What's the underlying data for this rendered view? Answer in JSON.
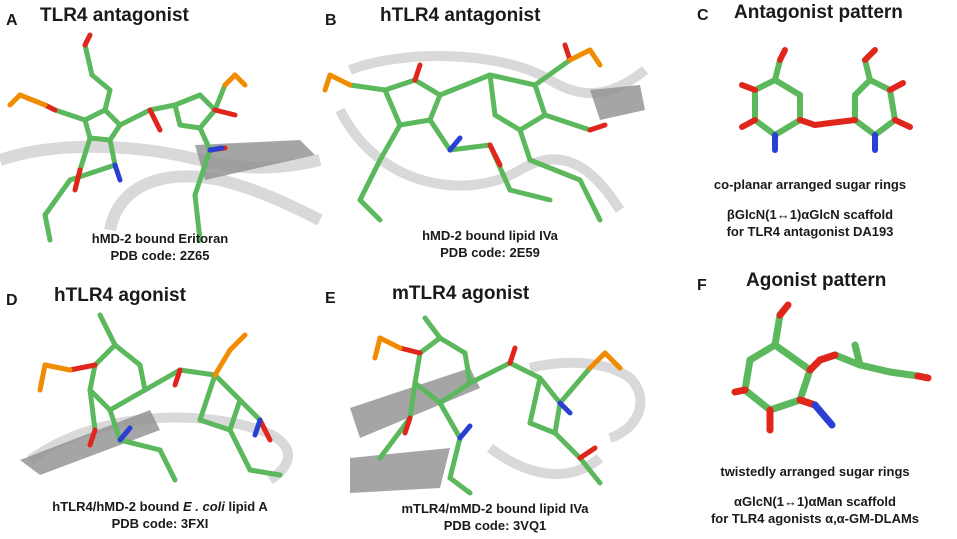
{
  "panels": [
    {
      "letter": "A",
      "title": "TLR4 antagonist",
      "caption": [
        "hMD-2 bound Eritoran",
        "PDB code: 2Z65"
      ]
    },
    {
      "letter": "B",
      "title": "hTLR4 antagonist",
      "caption": [
        "hMD-2 bound lipid IVa",
        "PDB code: 2E59"
      ]
    },
    {
      "letter": "C",
      "title": "Antagonist  pattern",
      "caption": [
        "co-planar arranged sugar rings",
        "",
        "βGlcN(1↔1)αGlcN scaffold",
        "for TLR4 antagonist DA193"
      ]
    },
    {
      "letter": "D",
      "title": "hTLR4 agonist",
      "caption_parts": [
        "hTLR4/hMD-2 bound ",
        "E . coli",
        " lipid A"
      ],
      "caption": [
        "",
        "PDB code: 3FXI"
      ]
    },
    {
      "letter": "E",
      "title": "mTLR4 agonist",
      "caption": [
        "mTLR4/mMD-2 bound lipid IVa",
        "PDB code: 3VQ1"
      ]
    },
    {
      "letter": "F",
      "title": "Agonist  pattern",
      "caption": [
        "twistedly arranged sugar rings",
        "",
        "αGlcN(1↔1)αMan scaffold",
        "for TLR4 agonists α,α-GM-DLAMs"
      ]
    }
  ],
  "colors": {
    "carbon": "#5cb85c",
    "oxygen": "#e0251b",
    "phosphorus": "#f08c00",
    "nitrogen": "#2a3fd4",
    "protein": "#d9d9d9"
  }
}
